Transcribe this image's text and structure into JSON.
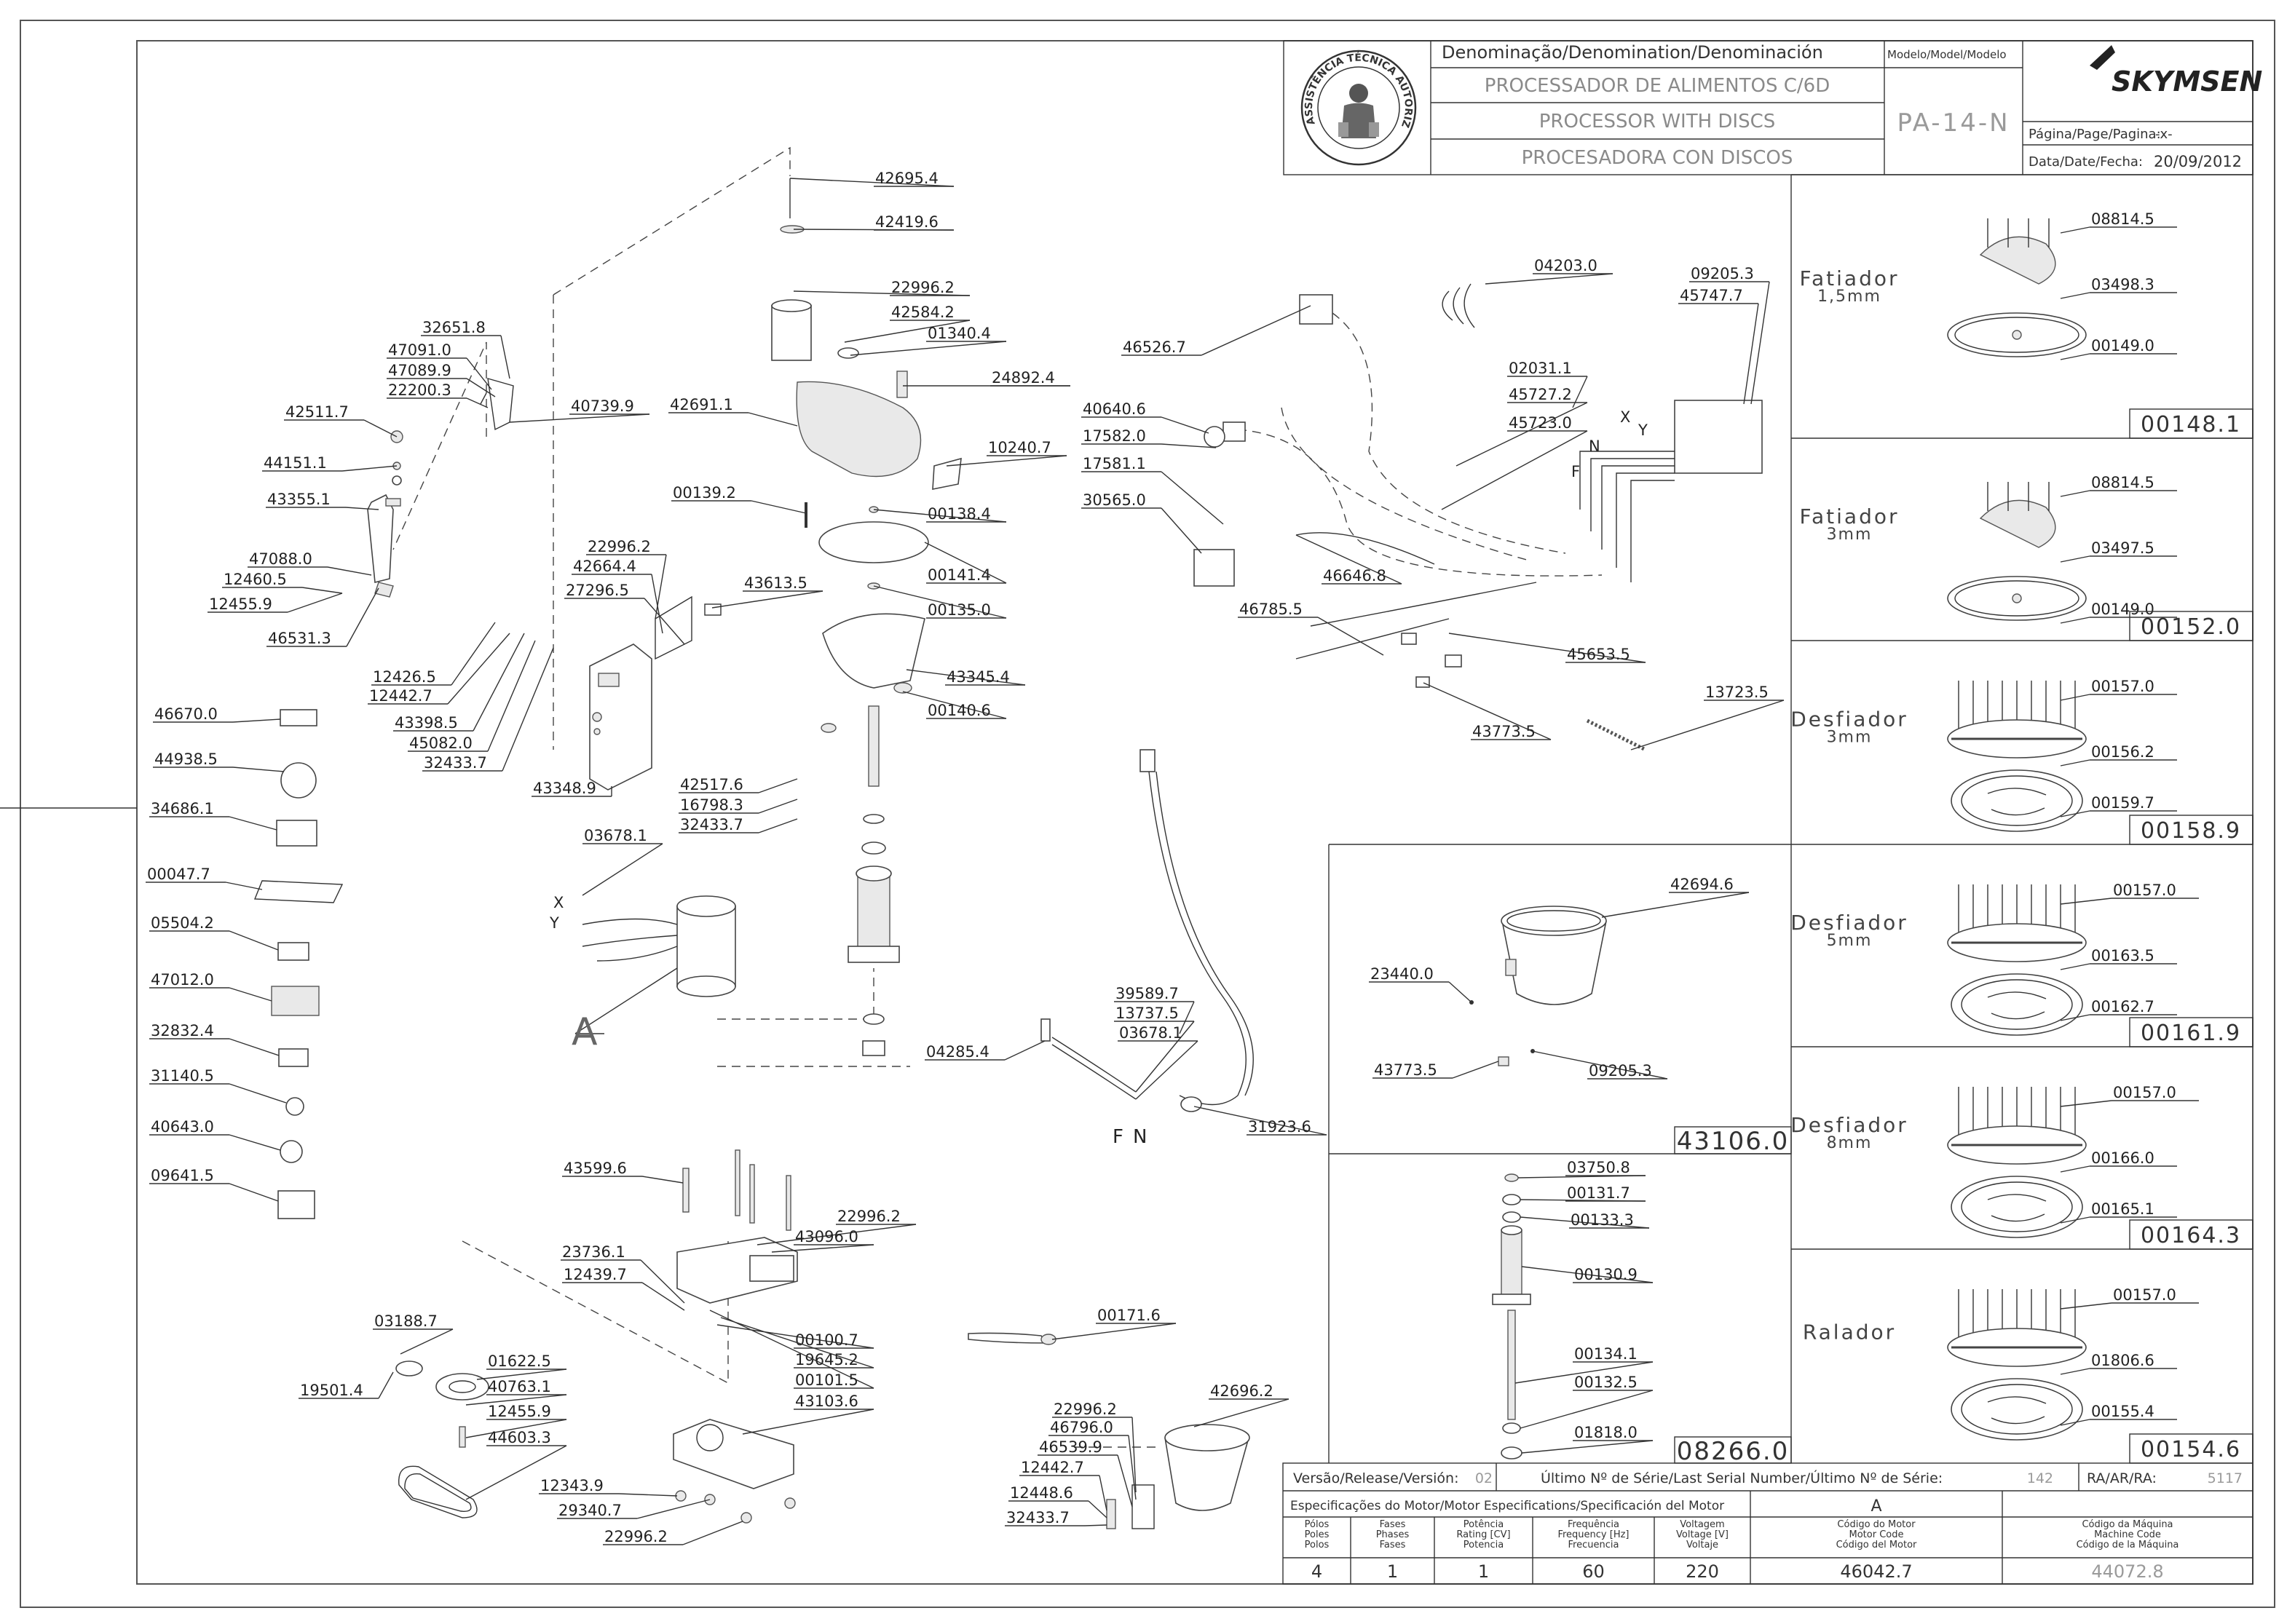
{
  "title_block": {
    "denomination_header": "Denominação/Denomination/Denominación",
    "model_header": "Modelo/Model/Modelo",
    "name_pt": "PROCESSADOR DE ALIMENTOS C/6D",
    "name_en": "PROCESSOR WITH DISCS",
    "name_es": "PROCESADORA CON DISCOS",
    "model": "PA-14-N",
    "brand": "SKYMSEN",
    "page_label": "Página/Page/Pagina:",
    "page_value": "-x-",
    "date_label": "Data/Date/Fecha:",
    "date_value": "20/09/2012",
    "seal_text": "ASSISTÊNCIA TÉCNICA AUTORIZADA"
  },
  "main_labels": [
    "42695.4",
    "42419.6",
    "22996.2",
    "42584.2",
    "01340.4",
    "24892.4",
    "42691.1",
    "10240.7",
    "00139.2",
    "00138.4",
    "00141.4",
    "00135.0",
    "43345.4",
    "00140.6",
    "42517.6",
    "16798.3",
    "32433.7",
    "32651.8",
    "47091.0",
    "47089.9",
    "22200.3",
    "40739.9",
    "42511.7",
    "44151.1",
    "43355.1",
    "47088.0",
    "12460.5",
    "12455.9",
    "46531.3",
    "12426.5",
    "12442.7",
    "22996.2",
    "42664.4",
    "27296.5",
    "43613.5",
    "43398.5",
    "45082.0",
    "32433.7",
    "43348.9",
    "46670.0",
    "44938.5",
    "34686.1",
    "00047.7",
    "05504.2",
    "47012.0",
    "32832.4",
    "31140.5",
    "40643.0",
    "09641.5",
    "03678.1",
    "43599.6",
    "23736.1",
    "12439.7",
    "22996.2",
    "43096.0",
    "00100.7",
    "19645.2",
    "00101.5",
    "03188.7",
    "19501.4",
    "01622.5",
    "40763.1",
    "12455.9",
    "44603.3",
    "43103.6",
    "12343.9",
    "29340.7",
    "22996.2",
    "04203.0",
    "09205.3",
    "45747.7",
    "46526.7",
    "02031.1",
    "45727.2",
    "45723.0",
    "40640.6",
    "17582.0",
    "17581.1",
    "30565.0",
    "46646.8",
    "46785.5",
    "45653.5",
    "43773.5",
    "13723.5",
    "39589.7",
    "13737.5",
    "03678.1",
    "04285.4",
    "31923.6",
    "00171.6",
    "22996.2",
    "46796.0",
    "46539.9",
    "12442.7",
    "12448.6",
    "32433.7",
    "42696.2"
  ],
  "main_callout_letters": [
    "A"
  ],
  "wire_letters": [
    "X",
    "Y",
    "N",
    "F",
    "F",
    "N",
    "X",
    "Y"
  ],
  "disc_sections": [
    {
      "name": "Fatiador",
      "size": "1,5mm",
      "labels": [
        "08814.5",
        "03498.3",
        "00149.0"
      ],
      "code": "00148.1"
    },
    {
      "name": "Fatiador",
      "size": "3mm",
      "labels": [
        "08814.5",
        "03497.5",
        "00149.0"
      ],
      "code": "00152.0"
    },
    {
      "name": "Desfiador",
      "size": "3mm",
      "labels": [
        "00157.0",
        "00156.2",
        "00159.7"
      ],
      "code": "00158.9"
    },
    {
      "name": "Desfiador",
      "size": "5mm",
      "labels": [
        "00157.0",
        "00163.5",
        "00162.7"
      ],
      "code": "00161.9"
    },
    {
      "name": "Desfiador",
      "size": "8mm",
      "labels": [
        "00157.0",
        "00166.0",
        "00165.1"
      ],
      "code": "00164.3"
    },
    {
      "name": "Ralador",
      "size": "",
      "labels": [
        "00157.0",
        "01806.6",
        "00155.4"
      ],
      "code": "00154.6"
    }
  ],
  "bowl_kit": {
    "labels": [
      "42694.6",
      "23440.0",
      "43773.5",
      "09205.3"
    ],
    "code": "43106.0"
  },
  "shaft_kit": {
    "labels": [
      "03750.8",
      "00131.7",
      "00133.3",
      "00130.9",
      "00134.1",
      "00132.5",
      "01818.0"
    ],
    "code": "08266.0"
  },
  "footer": {
    "release_label": "Versão/Release/Versión:",
    "release_value": "02",
    "serial_label": "Último Nº de Série/Last Serial Number/Último Nº de Série:",
    "serial_value": "142",
    "ra_label": "RA/AR/RA:",
    "ra_value": "5117",
    "motor_spec_label": "Especificações do Motor/Motor Especifications/Specificación del Motor",
    "motor_spec_letter": "A",
    "columns": [
      {
        "header": [
          "Pólos",
          "Poles",
          "Polos"
        ],
        "value": "4"
      },
      {
        "header": [
          "Fases",
          "Phases",
          "Fases"
        ],
        "value": "1"
      },
      {
        "header": [
          "Potência",
          "Rating [CV]",
          "Potencia"
        ],
        "value": "1"
      },
      {
        "header": [
          "Frequência",
          "Frequency [Hz]",
          "Frecuencia"
        ],
        "value": "60"
      },
      {
        "header": [
          "Voltagem",
          "Voltage [V]",
          "Voltaje"
        ],
        "value": "220"
      },
      {
        "header": [
          "Código do Motor",
          "Motor Code",
          "Código del Motor"
        ],
        "value": "46042.7"
      },
      {
        "header": [
          "Código da Máquina",
          "Machine Code",
          "Código de la Máquina"
        ],
        "value": "44072.8"
      }
    ]
  }
}
